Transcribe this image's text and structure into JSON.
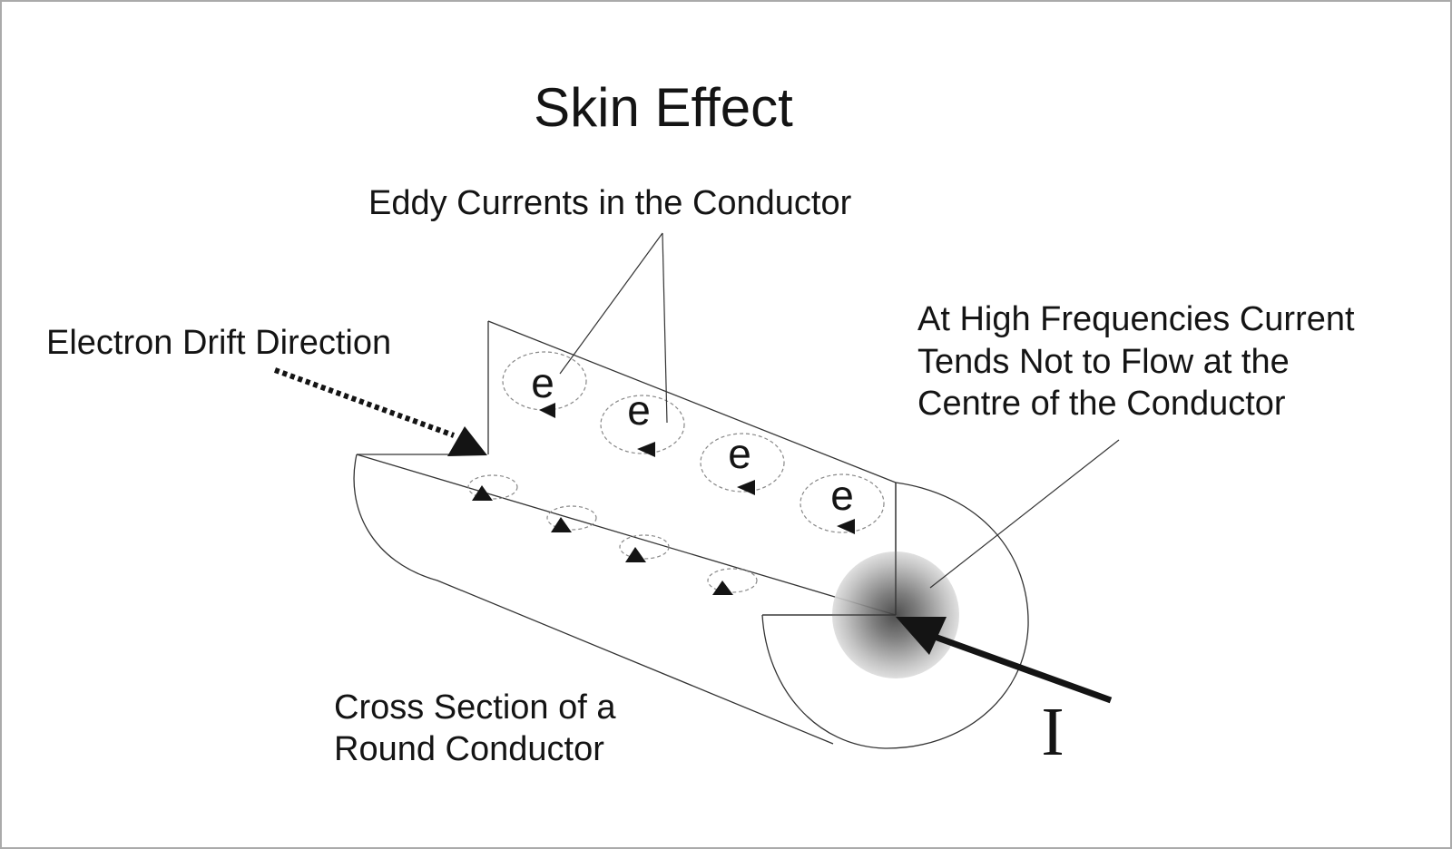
{
  "title": "Skin Effect",
  "labels": {
    "eddy_currents": "Eddy Currents in the Conductor",
    "electron_drift": "Electron Drift Direction",
    "high_freq_line1": "At High Frequencies Current",
    "high_freq_line2": "Tends Not to Flow at the",
    "high_freq_line3": "Centre of the Conductor",
    "cross_section_line1": "Cross Section of a",
    "cross_section_line2": "Round Conductor",
    "current_symbol": "I",
    "electron_symbol": "e"
  },
  "colors": {
    "ink": "#141414",
    "line": "#333333",
    "dashed": "#888888",
    "centre_shade": "#555555",
    "frame": "#aaaaaa"
  }
}
